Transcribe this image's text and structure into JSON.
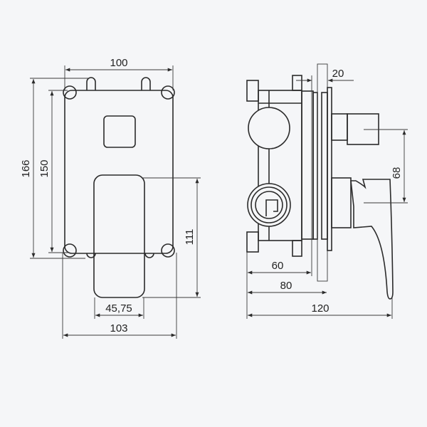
{
  "front_view": {
    "dims": {
      "width_plate": "100",
      "height_overall": "166",
      "height_plate": "150",
      "handle_height": "111",
      "handle_width": "45,75",
      "width_overall": "103"
    }
  },
  "side_view": {
    "dims": {
      "wall_plate": "20",
      "handle_offset": "68",
      "body_depth": "60",
      "to_wall": "80",
      "overall_depth": "120"
    }
  },
  "colors": {
    "background": "#f5f6f8",
    "line": "#2b2b2b"
  }
}
